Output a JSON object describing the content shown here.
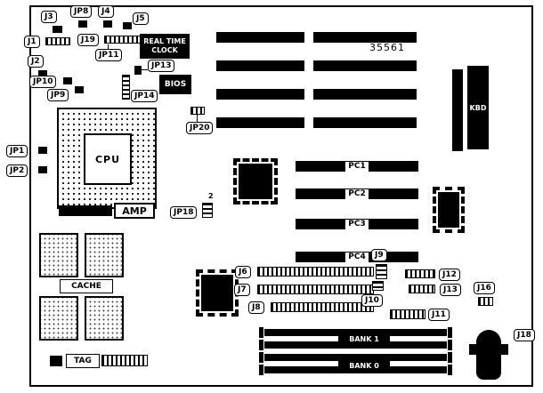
{
  "colors": {
    "ink": "#000000",
    "paper": "#ffffff"
  },
  "board": {
    "part_number": "35561"
  },
  "jumper_labels": {
    "j1": "J1",
    "j2": "J2",
    "j3": "J3",
    "j4": "J4",
    "j5": "J5",
    "j6": "J6",
    "j7": "J7",
    "j8": "J8",
    "j9": "J9",
    "j10": "J10",
    "j11": "J11",
    "j12": "J12",
    "j13": "J13",
    "j16": "J16",
    "j18": "J18",
    "j19": "J19",
    "jp1": "JP1",
    "jp2": "JP2",
    "jp8": "JP8",
    "jp9": "JP9",
    "jp10": "JP10",
    "jp11": "JP11",
    "jp13": "JP13",
    "jp14": "JP14",
    "jp18": "JP18",
    "jp20": "JP20"
  },
  "chips": {
    "cpu": "CPU",
    "amp": "AMP",
    "cache": "CACHE",
    "tag": "TAG",
    "bios": "BIOS",
    "kbd": "KBD",
    "rtc_line1": "REAL TIME",
    "rtc_line2": "CLOCK"
  },
  "slots": {
    "pc1": "PC1",
    "pc2": "PC2",
    "pc3": "PC3",
    "pc4": "PC4",
    "bank1": "BANK 1",
    "bank0": "BANK 0"
  },
  "annotations": {
    "jp18_pin": "2"
  }
}
